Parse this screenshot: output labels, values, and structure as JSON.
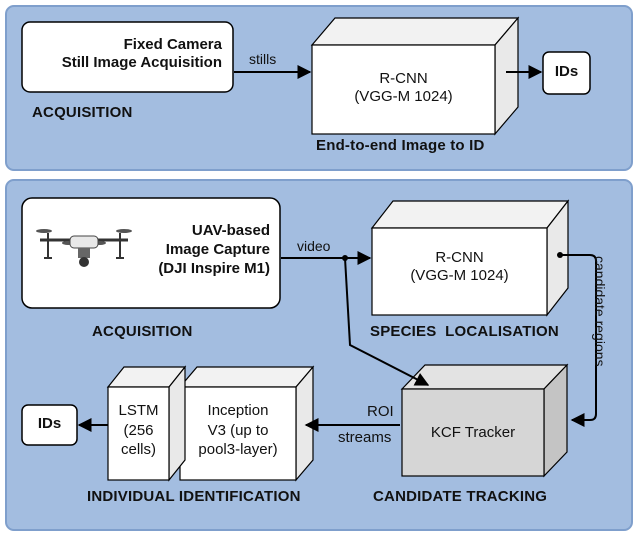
{
  "panel1": {
    "fixed_camera": [
      "Fixed Camera",
      "Still Image Acquisition"
    ],
    "acquisition_label": "ACQUISITION",
    "stills_label": "stills",
    "rcnn": [
      "R-CNN",
      "(VGG-M 1024)"
    ],
    "end_to_end_label": "End-to-end Image to ID",
    "ids_label": "IDs"
  },
  "panel2": {
    "uav_capture": [
      "UAV-based",
      "Image Capture",
      "(DJI Inspire M1)"
    ],
    "acquisition_label": "ACQUISITION",
    "video_label": "video",
    "rcnn": [
      "R-CNN",
      "(VGG-M 1024)"
    ],
    "species_label": "SPECIES  LOCALISATION",
    "candidate_regions_label": "candidate regions",
    "kcf_label": "KCF Tracker",
    "candidate_tracking_label": "CANDIDATE TRACKING",
    "roi_label": "ROI",
    "streams_label": "streams",
    "inception": [
      "Inception",
      "V3 (up to",
      "pool3-layer)"
    ],
    "lstm": [
      "LSTM",
      "(256",
      "cells)"
    ],
    "individual_label": "INDIVIDUAL IDENTIFICATION",
    "ids_label": "IDs"
  },
  "colors": {
    "panel_fill": "#a3bde0",
    "panel_stroke": "#7f9fcc",
    "box_front": "#ffffff",
    "box_side": "#e9e9e9",
    "kcf_front": "#d6d6d6",
    "kcf_side": "#c4c4c4"
  },
  "icons": {
    "drone": "drone-icon"
  }
}
